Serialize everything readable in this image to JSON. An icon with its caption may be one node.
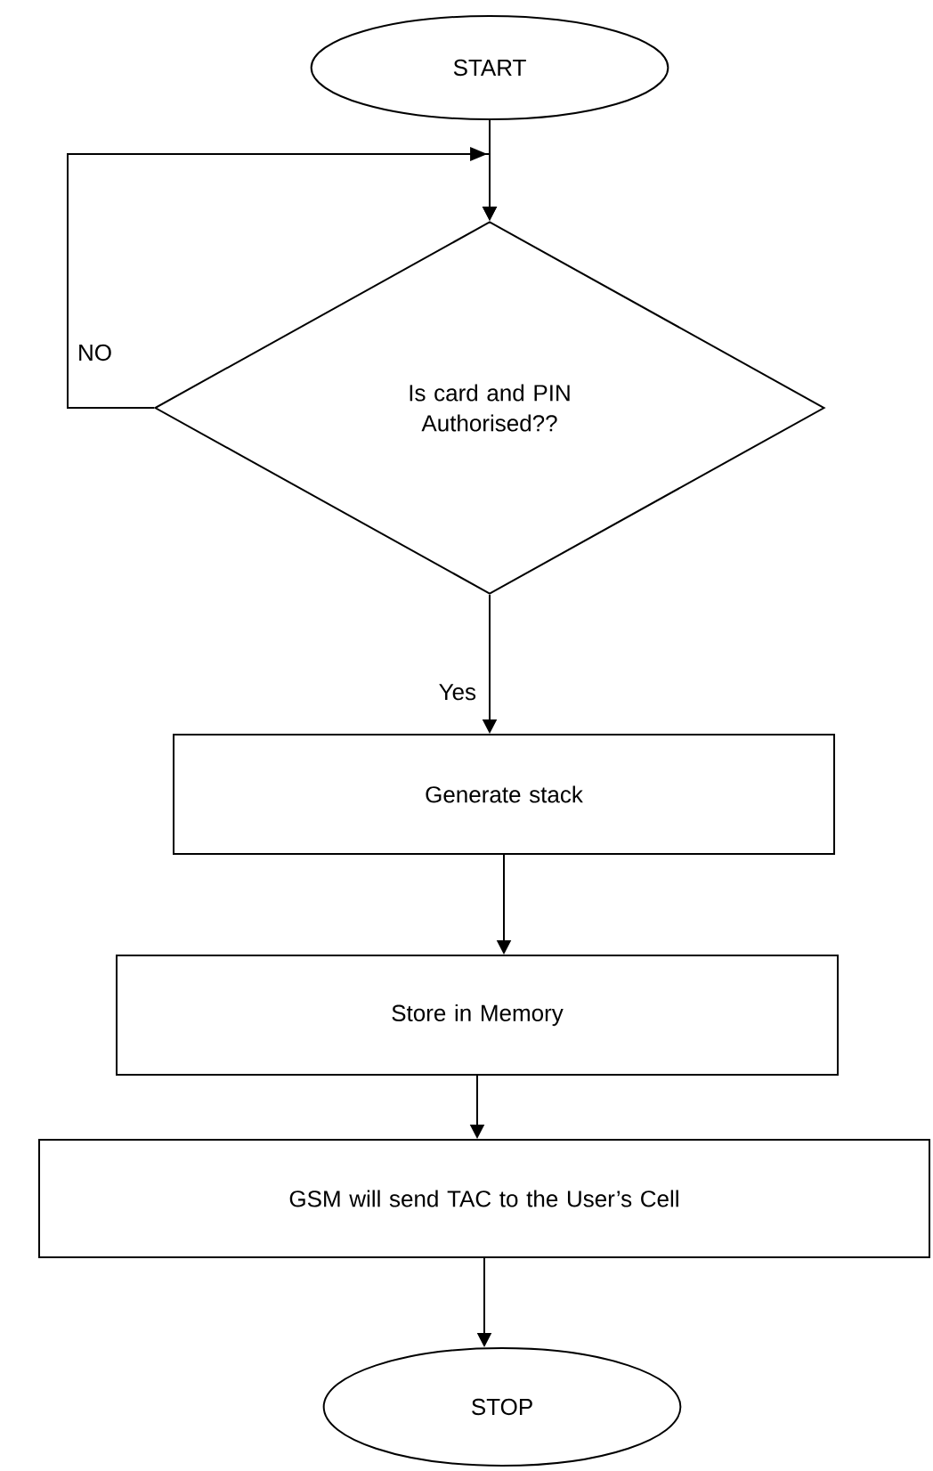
{
  "diagram": {
    "nodes": [
      {
        "text": [
          "START"
        ]
      },
      {
        "text": [
          "Is card and PIN Authorised??"
        ]
      },
      {
        "text": [
          "Generate stack"
        ]
      },
      {
        "text": [
          "Store in Memory"
        ]
      },
      {
        "text": [
          "GSM will send TAC to the User’s Cell"
        ]
      },
      {
        "text": [
          "STOP"
        ]
      }
    ],
    "edges": [
      {
        "from": 0,
        "to": 1,
        "arrow": "to"
      },
      {
        "from": 1,
        "to": 1,
        "arrow": "to",
        "label": "NO"
      },
      {
        "from": 1,
        "to": 2,
        "arrow": "to",
        "label": "Yes"
      },
      {
        "from": 2,
        "to": 3,
        "arrow": "to"
      },
      {
        "from": 3,
        "to": 4,
        "arrow": "to"
      },
      {
        "from": 4,
        "to": 5,
        "arrow": "to"
      }
    ]
  }
}
